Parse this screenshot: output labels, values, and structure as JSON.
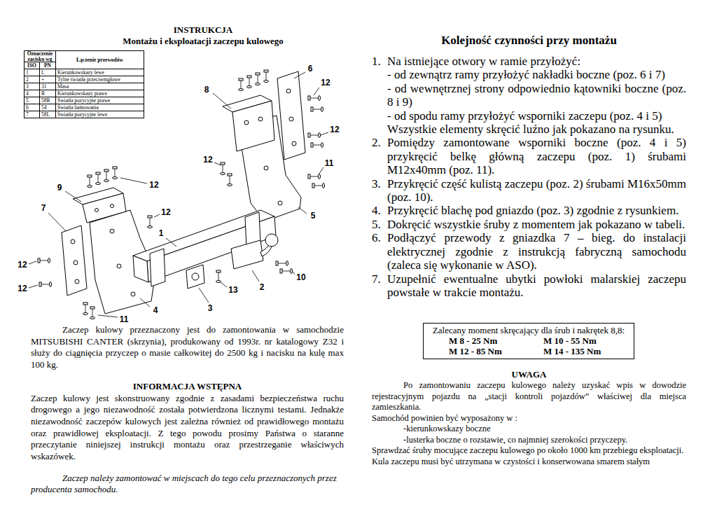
{
  "diagram": {
    "title": "INSTRUKCJA",
    "nodes": [
      {
        "text": [
          "Zalecany moment skręcający dla śrub i nakrętek 8,8:",
          "M 8 - 25 Nm",
          "M 10 - 55 Nm",
          "M 12 - 85 Nm",
          "M 14 - 135 Nm"
        ]
      }
    ],
    "labels": [
      "Montażu i eksploatacji zaczepu kulowego",
      "Oznaczenie zacisku wg",
      "Łączenie przewodów",
      "ISO",
      "PN",
      "1",
      "L",
      "Kierunkowskazy lewe",
      "2",
      "+",
      "Tylne światła przeciwmgłowe",
      "3",
      "31",
      "Masa",
      "4",
      "R",
      "Kierunkowskazy prawe",
      "5",
      "58R",
      "Światła pozycyjne prawe",
      "6",
      "54",
      "Światła hamowania",
      "7",
      "58L",
      "Światła pozycyjne lewe",
      "6",
      "8",
      "12",
      "12",
      "12",
      "11",
      "9",
      "12",
      "7",
      "12",
      "1",
      "5",
      "12",
      "12",
      "10",
      "2",
      "13",
      "3",
      "4",
      "11",
      "Zaczep kulowy przeznaczony jest do zamontowania w samochodzie MITSUBISHI CANTER (skrzynia), produkowany od 1993r. nr katalogowy Z32 i służy do ciągnięcia przyczep o masie całkowitej do 2500 kg i nacisku na kulę max 100 kg.",
      "INFORMACJA WSTĘPNA",
      "Zaczep kulowy jest skonstruowany zgodnie z zasadami bezpieczeństwa ruchu drogowego a jego niezawodność została potwierdzona licznymi testami. Jednakże niezawodność zaczepów kulowych jest zależna również od prawidłowego montażu oraz prawidłowej eksploatacji. Z tego powodu prosimy Państwa o staranne przeczytanie niniejszej instrukcji montażu oraz przestrzeganie właściwych wskazówek.",
      "Zaczep należy zamontować w miejscach do tego celu przeznaczonych przez producenta samochodu.",
      "Kolejność czynności przy montażu",
      "1.",
      "Na istniejące otwory w ramie przyłożyć:",
      "- od zewnątrz ramy przyłożyć nakładki boczne (poz. 6 i 7)",
      "- od wewnętrznej strony odpowiednio kątowniki boczne (poz. 8 i 9)",
      "- od spodu ramy przyłożyć wsporniki zaczepu (poz. 4 i 5)",
      "Wszystkie elementy skręcić luźno jak pokazano na rysunku.",
      "2.",
      "Pomiędzy zamontowane wsporniki boczne (poz. 4 i 5) przykręcić belkę główną zaczepu (poz. 1) śrubami M12x40mm (poz. 11).",
      "3.",
      "Przykręcić część kulistą zaczepu (poz. 2) śrubami M16x50mm (poz. 10).",
      "4.",
      "Przykręcić blachę pod gniazdo (poz. 3) zgodnie z rysunkiem.",
      "5.",
      "Dokręcić wszystkie śruby z momentem jak pokazano w tabeli.",
      "6.",
      "Podłączyć przewody z gniazdka 7 – bieg. do instalacji elektrycznej zgodnie z instrukcją fabryczną samochodu (zaleca się wykonanie w ASO).",
      "7.",
      "Uzupełnić ewentualne ubytki powłoki malarskiej zaczepu powstałe w trakcie montażu.",
      "UWAGA",
      "Po zamontowaniu zaczepu kulowego należy uzyskać wpis w dowodzie rejestracyjnym pojazdu na „stacji kontroli pojazdów” właściwej dla miejsca zamieszkania.",
      "Samochód powinien być wyposażony w :",
      "-kierunkowskazy boczne",
      "-lusterka boczne o rozstawie, co najmniej szerokości przyczepy.",
      "Sprawdzać śruby mocujące zaczepu kulowego po około 1000 km przebiegu eksploatacji.",
      "Kula zaczepu musi być utrzymana w czystości i konserwowana smarem stałym"
    ]
  }
}
